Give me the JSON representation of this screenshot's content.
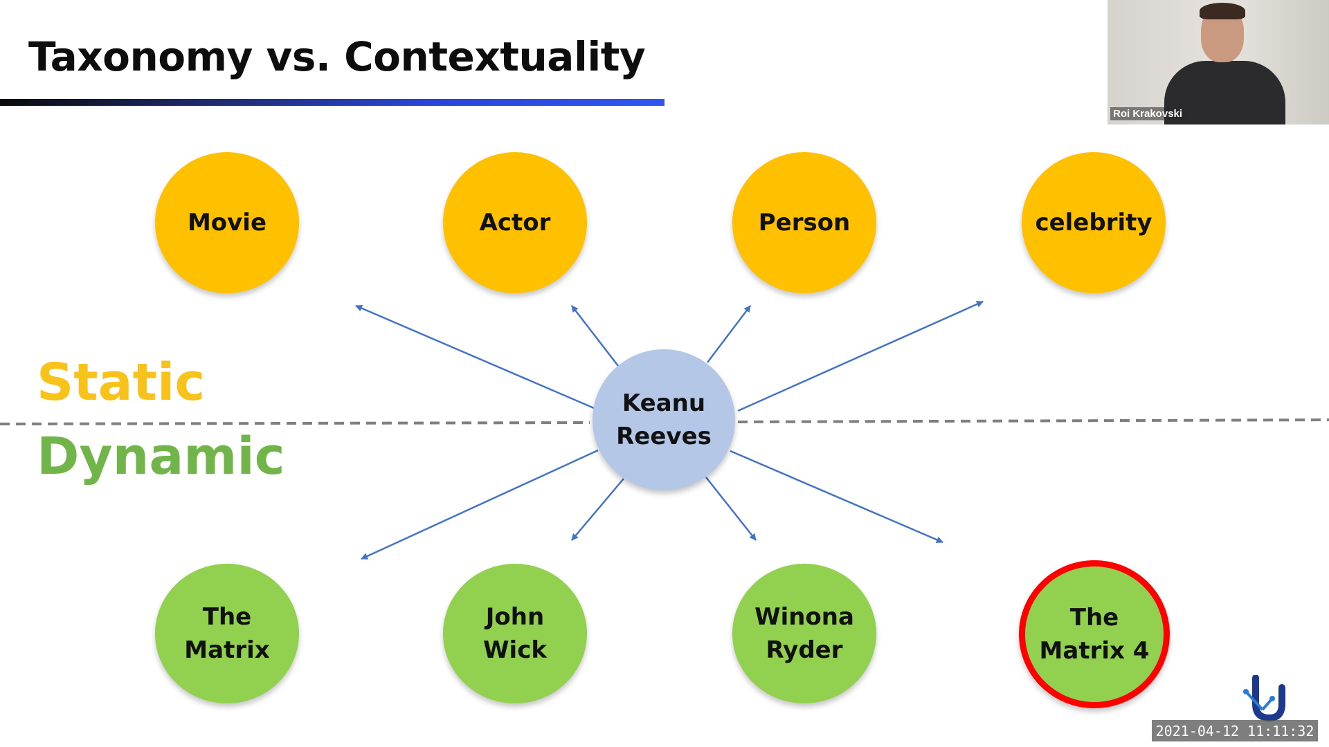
{
  "slide": {
    "title": "Taxonomy vs. Contextuality",
    "label_static": "Static",
    "label_dynamic": "Dynamic"
  },
  "diagram": {
    "center": "Keanu\nReeves",
    "static_nodes": [
      "Movie",
      "Actor",
      "Person",
      "celebrity"
    ],
    "dynamic_nodes": [
      "The\nMatrix",
      "John\nWick",
      "Winona\nRyder",
      "The\nMatrix 4"
    ],
    "highlighted_node": "The\nMatrix 4"
  },
  "webcam": {
    "name": "Roi Krakovski"
  },
  "overlay": {
    "timestamp": "2021-04-12 11:11:32"
  },
  "colors": {
    "static": "#ffc000",
    "dynamic": "#92d050",
    "center": "#b4c7e7",
    "highlight": "#ff0000",
    "arrow": "#4472c4",
    "static_label": "#f7c21a",
    "dynamic_label": "#71b54a"
  }
}
